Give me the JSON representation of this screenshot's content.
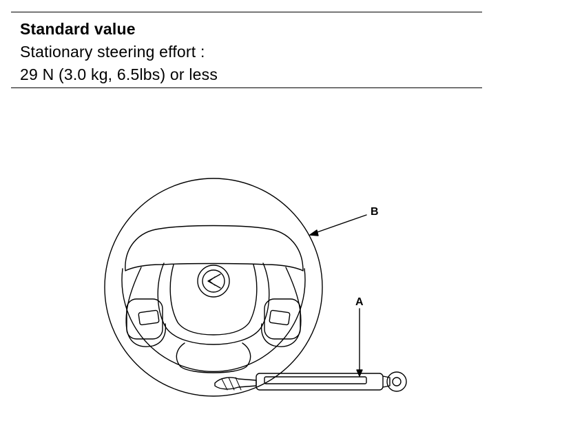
{
  "spec": {
    "heading": "Standard value",
    "line1": "Stationary steering effort :",
    "line2": "29 N (3.0 kg, 6.5lbs) or less"
  },
  "callouts": {
    "a": "A",
    "b": "B"
  }
}
